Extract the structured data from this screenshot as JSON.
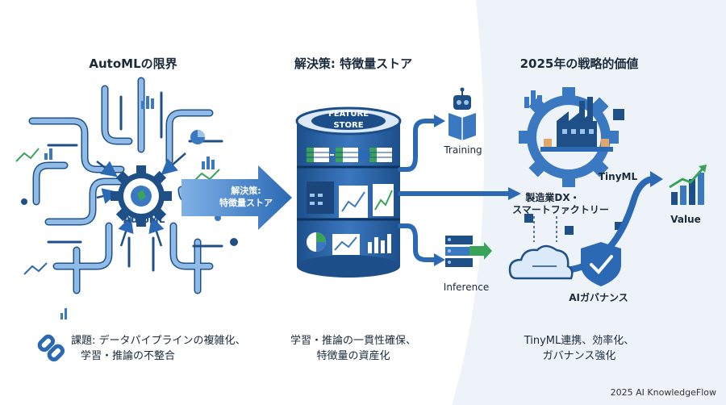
{
  "columns": [
    {
      "title": "AutoMLの限界",
      "caption_line1": "課題: データパイプラインの複雑化、",
      "caption_line2": "学習・推論の不整合"
    },
    {
      "title": "解決策: 特徴量ストア",
      "caption_line1": "学習・推論の一貫性確保、",
      "caption_line2": "特徴量の資産化"
    },
    {
      "title": "2025年の戦略的価値",
      "caption_line1": "TinyML連携、効率化、",
      "caption_line2": "ガバナンス強化"
    }
  ],
  "left": {
    "gear_label": "AutoML",
    "arrow_label_line1": "解決策:",
    "arrow_label_line2": "特徴量ストア"
  },
  "middle": {
    "drum_label_line1": "FEATURE",
    "drum_label_line2": "STORE",
    "training_label": "Training",
    "inference_label": "Inference"
  },
  "right": {
    "tinyml_label": "TinyML",
    "factory_label_line1": "製造業DX・",
    "factory_label_line2": "スマートファクトリー",
    "value_label": "Value",
    "governance_label": "AIガバナンス"
  },
  "footer": {
    "credit": "2025 AI KnowledgeFlow"
  },
  "colors": {
    "dark_blue": "#1e4f86",
    "mid_blue": "#3a78c2",
    "light_blue": "#9cc3ea",
    "green": "#3aa35a",
    "right_panel_bg": "#eef3fa"
  }
}
